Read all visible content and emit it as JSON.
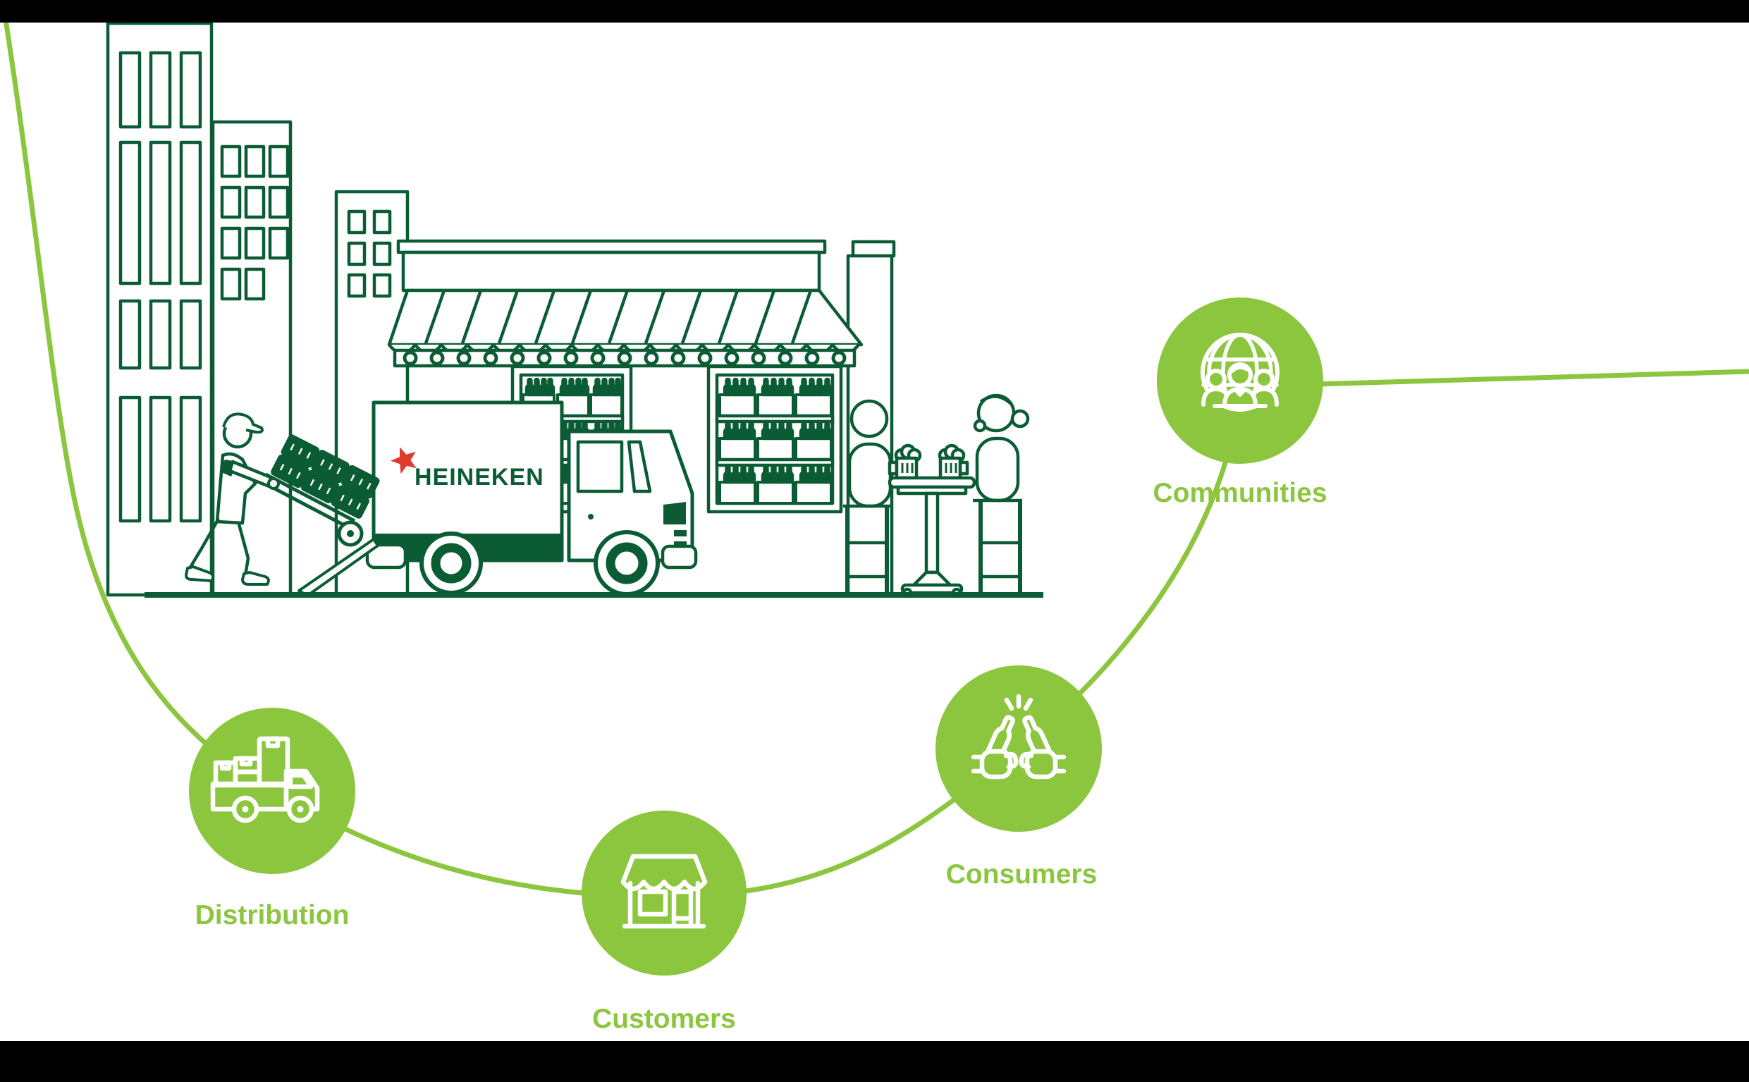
{
  "colors": {
    "accent_green": "#8CC63F",
    "outline_green": "#0B5C34",
    "brand_red": "#E13B2F",
    "icon_stroke": "#FFFFFF",
    "background": "#FFFFFF",
    "letterbox": "#000000"
  },
  "truck": {
    "brand_label": "HEINEKEN",
    "logo_icon": "heineken-star-icon"
  },
  "journey": {
    "path_name": "value-chain-curve",
    "nodes": [
      {
        "id": "distribution",
        "label": "Distribution",
        "icon": "delivery-truck-boxes-icon"
      },
      {
        "id": "customers",
        "label": "Customers",
        "icon": "storefront-icon"
      },
      {
        "id": "consumers",
        "label": "Consumers",
        "icon": "cheers-bottles-icon"
      },
      {
        "id": "communities",
        "label": "Communities",
        "icon": "globe-people-icon"
      }
    ]
  },
  "illustration": {
    "elements": [
      "city-buildings",
      "store-with-striped-awning",
      "bottle-display-shelves",
      "heineken-delivery-truck",
      "delivery-worker-with-hand-truck",
      "bar-table-with-two-people"
    ]
  }
}
